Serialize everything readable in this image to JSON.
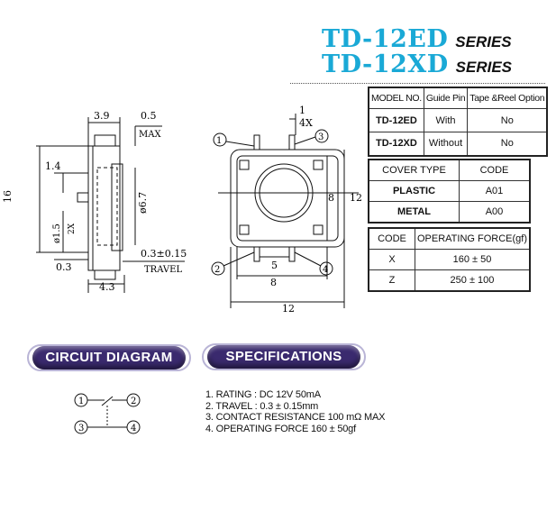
{
  "header": {
    "line1_model": "TD-12ED",
    "line1_series": "SERIES",
    "line2_model": "TD-12XD",
    "line2_series": "SERIES"
  },
  "table_model": {
    "headers": [
      "MODEL NO.",
      "Guide Pin",
      "Tape &Reel Option"
    ],
    "rows": [
      [
        "TD-12ED",
        "With",
        "No"
      ],
      [
        "TD-12XD",
        "Without",
        "No"
      ]
    ]
  },
  "table_cover": {
    "headers": [
      "COVER TYPE",
      "CODE"
    ],
    "rows": [
      [
        "PLASTIC",
        "A01"
      ],
      [
        "METAL",
        "A00"
      ]
    ]
  },
  "table_force": {
    "headers": [
      "CODE",
      "OPERATING FORCE(gf)"
    ],
    "rows": [
      [
        "X",
        "160 ± 50"
      ],
      [
        "Z",
        "250 ± 100"
      ]
    ]
  },
  "side_view": {
    "dim_3_9": "3.9",
    "dim_0_5": "0.5",
    "dim_max": "MAX",
    "dim_1_4": "1.4",
    "dim_16": "16",
    "dim_phi6_7": "ø6.7",
    "dim_phi1_5": "ø1.5",
    "dim_2x": "2X",
    "dim_0_3": "0.3",
    "dim_travel_val": "0.3±0.15",
    "dim_travel": "TRAVEL",
    "dim_4_3": "4.3"
  },
  "top_view": {
    "dim_1": "1",
    "dim_4x": "4X",
    "dim_8_inner": "8",
    "dim_12_right": "12",
    "dim_5": "5",
    "dim_8_bottom": "8",
    "dim_12_bottom": "12",
    "pin1": "1",
    "pin2": "2",
    "pin3": "3",
    "pin4": "4"
  },
  "circuit": {
    "heading": "CIRCUIT DIAGRAM",
    "pin1": "1",
    "pin2": "2",
    "pin3": "3",
    "pin4": "4"
  },
  "specifications": {
    "heading": "SPECIFICATIONS",
    "items": [
      "1. RATING : DC 12V  50mA",
      "2. TRAVEL : 0.3 ± 0.15mm",
      "3. CONTACT RESISTANCE 100 mΩ MAX",
      "4. OPERATING FORCE 160 ± 50gf"
    ]
  },
  "colors": {
    "title_blue": "#1aa9d6",
    "pill_purple": "#3a2a6e",
    "pill_ring": "#b9b4d6"
  }
}
